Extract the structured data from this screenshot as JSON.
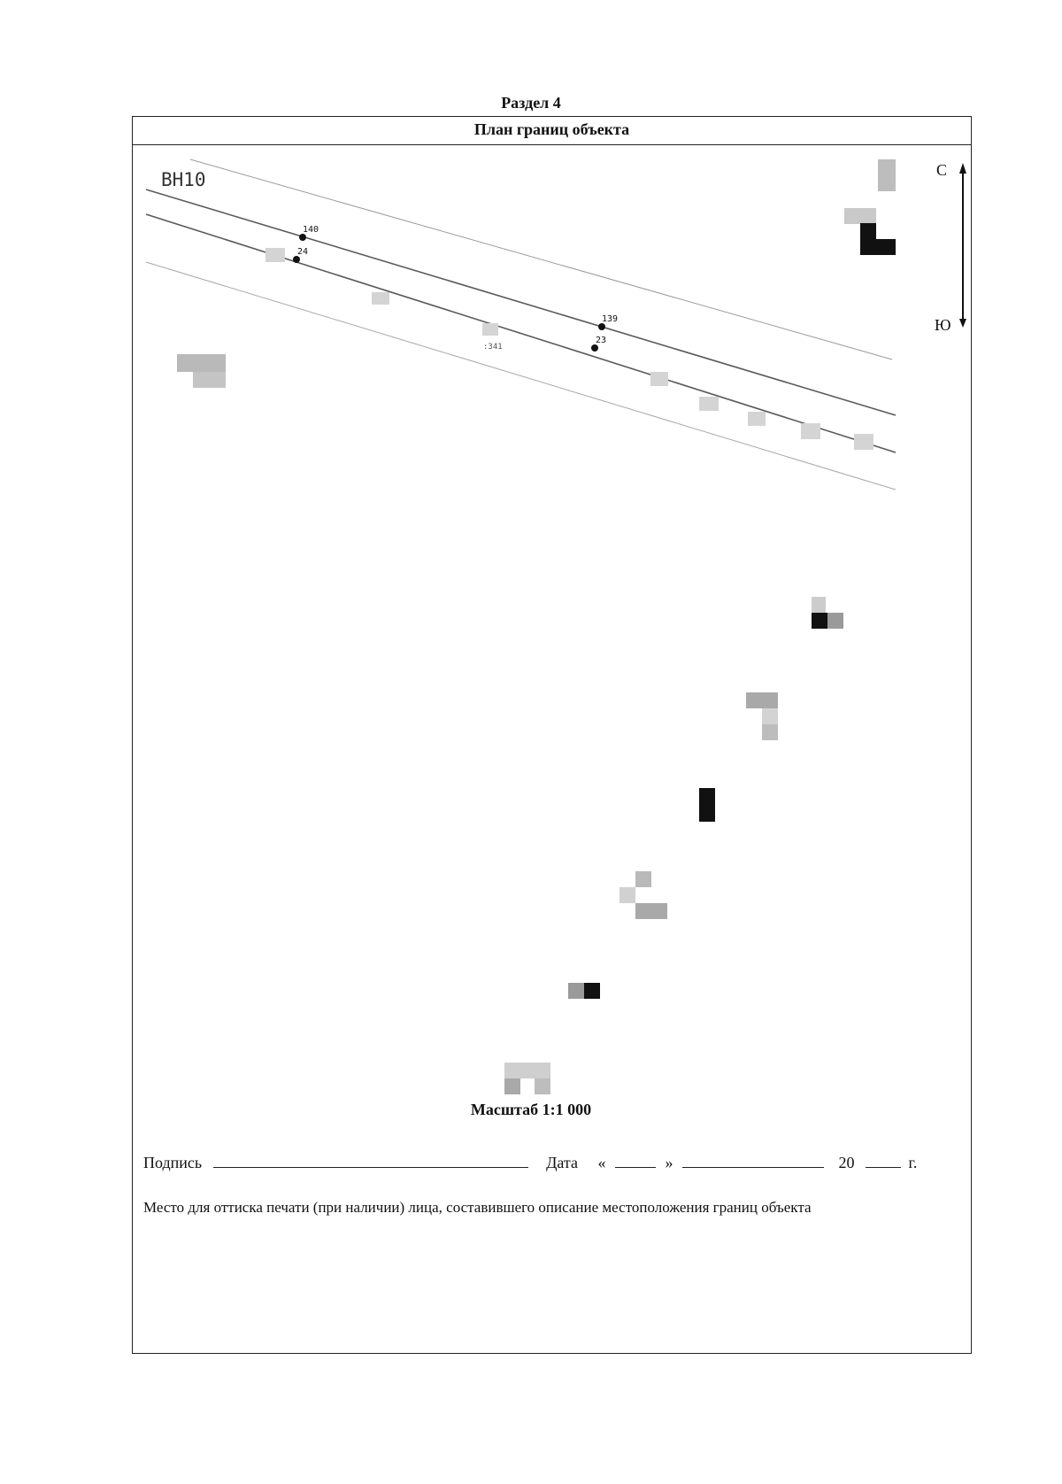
{
  "header": {
    "section": "Раздел 4",
    "title": "План границ объекта"
  },
  "plan": {
    "sheet_id": "ВН10",
    "compass": {
      "north": "С",
      "south": "Ю"
    },
    "points": [
      {
        "label": "140"
      },
      {
        "label": "24"
      },
      {
        "label": "139"
      },
      {
        "label": "23"
      }
    ],
    "faint_label": ":341"
  },
  "footer": {
    "scale": "Масштаб 1:1 000",
    "signature_label": "Подпись",
    "date_label": "Дата",
    "quote_open": "«",
    "quote_close": "»",
    "year_prefix": "20",
    "year_suffix": "г.",
    "stamp_text": "Место для оттиска печати (при наличии) лица, составившего описание местоположения границ объекта"
  }
}
